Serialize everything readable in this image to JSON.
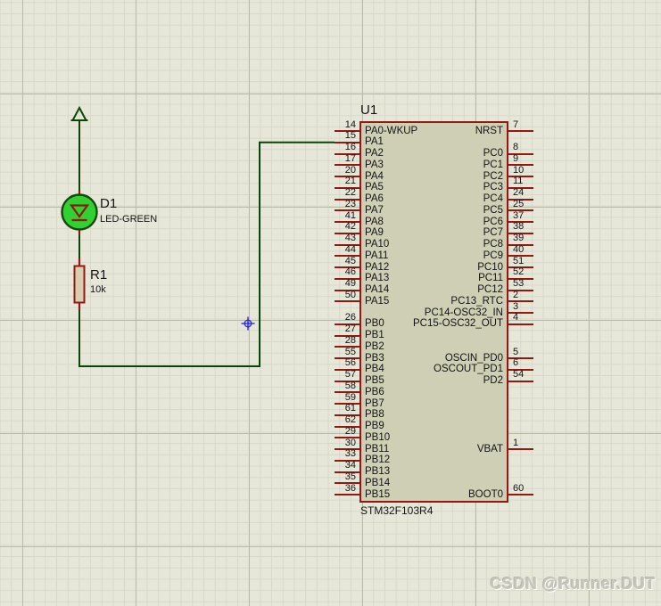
{
  "sheet": {
    "watermark": "CSDN @Runner.DUT"
  },
  "colors": {
    "background": "#E6E7D9",
    "grid_minor": "#D7D8C9",
    "grid_major": "#B8BBA8",
    "wire": "#0B4508",
    "component_outline": "#921812",
    "chip_fill": "#CECFB4",
    "led_fill": "#30D130",
    "led_outline": "#134A0D",
    "resistor_fill": "#D7CFAF",
    "origin_marker": "#2B2BD5",
    "text": "#141414",
    "watermark_text": "#C6C7BA"
  },
  "components": {
    "mcu": {
      "ref": "U1",
      "value": "STM32F103R4"
    },
    "led": {
      "ref": "D1",
      "value": "LED-GREEN"
    },
    "resistor": {
      "ref": "R1",
      "value": "10k"
    }
  },
  "mcu_pins": {
    "left": [
      {
        "num": "14",
        "name": "PA0-WKUP",
        "row": 0
      },
      {
        "num": "15",
        "name": "PA1",
        "row": 1
      },
      {
        "num": "16",
        "name": "PA2",
        "row": 2
      },
      {
        "num": "17",
        "name": "PA3",
        "row": 3
      },
      {
        "num": "20",
        "name": "PA4",
        "row": 4
      },
      {
        "num": "21",
        "name": "PA5",
        "row": 5
      },
      {
        "num": "22",
        "name": "PA6",
        "row": 6
      },
      {
        "num": "23",
        "name": "PA7",
        "row": 7
      },
      {
        "num": "41",
        "name": "PA8",
        "row": 8
      },
      {
        "num": "42",
        "name": "PA9",
        "row": 9
      },
      {
        "num": "43",
        "name": "PA10",
        "row": 10
      },
      {
        "num": "44",
        "name": "PA11",
        "row": 11
      },
      {
        "num": "45",
        "name": "PA12",
        "row": 12
      },
      {
        "num": "46",
        "name": "PA13",
        "row": 13
      },
      {
        "num": "49",
        "name": "PA14",
        "row": 14
      },
      {
        "num": "50",
        "name": "PA15",
        "row": 15
      },
      {
        "num": "26",
        "name": "PB0",
        "row": 17
      },
      {
        "num": "27",
        "name": "PB1",
        "row": 18
      },
      {
        "num": "28",
        "name": "PB2",
        "row": 19
      },
      {
        "num": "55",
        "name": "PB3",
        "row": 20
      },
      {
        "num": "56",
        "name": "PB4",
        "row": 21
      },
      {
        "num": "57",
        "name": "PB5",
        "row": 22
      },
      {
        "num": "58",
        "name": "PB6",
        "row": 23
      },
      {
        "num": "59",
        "name": "PB7",
        "row": 24
      },
      {
        "num": "61",
        "name": "PB8",
        "row": 25
      },
      {
        "num": "62",
        "name": "PB9",
        "row": 26
      },
      {
        "num": "29",
        "name": "PB10",
        "row": 27
      },
      {
        "num": "30",
        "name": "PB11",
        "row": 28
      },
      {
        "num": "33",
        "name": "PB12",
        "row": 29
      },
      {
        "num": "34",
        "name": "PB13",
        "row": 30
      },
      {
        "num": "35",
        "name": "PB14",
        "row": 31
      },
      {
        "num": "36",
        "name": "PB15",
        "row": 32
      }
    ],
    "right": [
      {
        "num": "7",
        "name": "NRST",
        "row": 0
      },
      {
        "num": "8",
        "name": "PC0",
        "row": 2
      },
      {
        "num": "9",
        "name": "PC1",
        "row": 3
      },
      {
        "num": "10",
        "name": "PC2",
        "row": 4
      },
      {
        "num": "11",
        "name": "PC3",
        "row": 5
      },
      {
        "num": "24",
        "name": "PC4",
        "row": 6
      },
      {
        "num": "25",
        "name": "PC5",
        "row": 7
      },
      {
        "num": "37",
        "name": "PC6",
        "row": 8
      },
      {
        "num": "38",
        "name": "PC7",
        "row": 9
      },
      {
        "num": "39",
        "name": "PC8",
        "row": 10
      },
      {
        "num": "40",
        "name": "PC9",
        "row": 11
      },
      {
        "num": "51",
        "name": "PC10",
        "row": 12
      },
      {
        "num": "52",
        "name": "PC11",
        "row": 13
      },
      {
        "num": "53",
        "name": "PC12",
        "row": 14
      },
      {
        "num": "2",
        "name": "PC13_RTC",
        "row": 15
      },
      {
        "num": "3",
        "name": "PC14-OSC32_IN",
        "row": 16
      },
      {
        "num": "4",
        "name": "PC15-OSC32_OUT",
        "row": 17
      },
      {
        "num": "5",
        "name": "OSCIN_PD0",
        "row": 20
      },
      {
        "num": "6",
        "name": "OSCOUT_PD1",
        "row": 21
      },
      {
        "num": "54",
        "name": "PD2",
        "row": 22
      },
      {
        "num": "1",
        "name": "VBAT",
        "row": 28
      },
      {
        "num": "60",
        "name": "BOOT0",
        "row": 32
      }
    ]
  }
}
